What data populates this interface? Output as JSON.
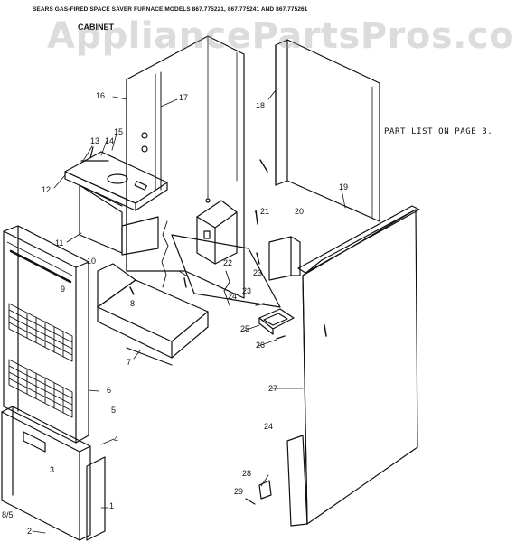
{
  "header": {
    "title": "SEARS GAS-FIRED SPACE SAVER FURNACE MODELS 867.775221, 867.775241 AND 867.775261",
    "section": "CABINET",
    "watermark": "AppliancePartsPros.com"
  },
  "note": "PART LIST ON PAGE 3.",
  "page_ref": "8/5",
  "callouts": [
    {
      "id": "1",
      "label": "1"
    },
    {
      "id": "2",
      "label": "2"
    },
    {
      "id": "3",
      "label": "3"
    },
    {
      "id": "4",
      "label": "4"
    },
    {
      "id": "5",
      "label": "5"
    },
    {
      "id": "6",
      "label": "6"
    },
    {
      "id": "7",
      "label": "7"
    },
    {
      "id": "8",
      "label": "8"
    },
    {
      "id": "9",
      "label": "9"
    },
    {
      "id": "10",
      "label": "10"
    },
    {
      "id": "11",
      "label": "11"
    },
    {
      "id": "12",
      "label": "12"
    },
    {
      "id": "13",
      "label": "13"
    },
    {
      "id": "14",
      "label": "14"
    },
    {
      "id": "15",
      "label": "15"
    },
    {
      "id": "16",
      "label": "16"
    },
    {
      "id": "17",
      "label": "17"
    },
    {
      "id": "18",
      "label": "18"
    },
    {
      "id": "19",
      "label": "19"
    },
    {
      "id": "20",
      "label": "20"
    },
    {
      "id": "21",
      "label": "21"
    },
    {
      "id": "22",
      "label": "22"
    },
    {
      "id": "23a",
      "label": "23"
    },
    {
      "id": "23b",
      "label": "23"
    },
    {
      "id": "24a",
      "label": "24"
    },
    {
      "id": "24b",
      "label": "24"
    },
    {
      "id": "25",
      "label": "25"
    },
    {
      "id": "26",
      "label": "26"
    },
    {
      "id": "27",
      "label": "27"
    },
    {
      "id": "28",
      "label": "28"
    },
    {
      "id": "29",
      "label": "29"
    }
  ]
}
